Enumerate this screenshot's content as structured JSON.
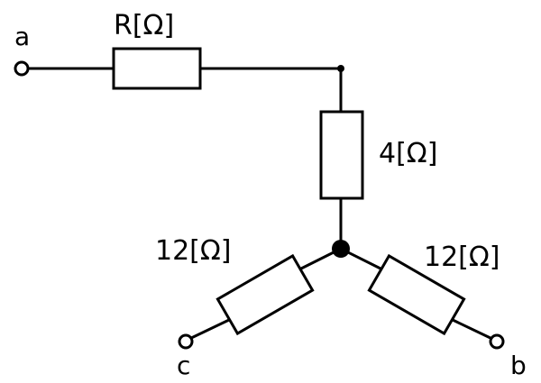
{
  "terminals": {
    "a": "a",
    "b": "b",
    "c": "c"
  },
  "resistors": {
    "top": "R[Ω]",
    "vertical": "4[Ω]",
    "lower_left": "12[Ω]",
    "lower_right": "12[Ω]"
  }
}
